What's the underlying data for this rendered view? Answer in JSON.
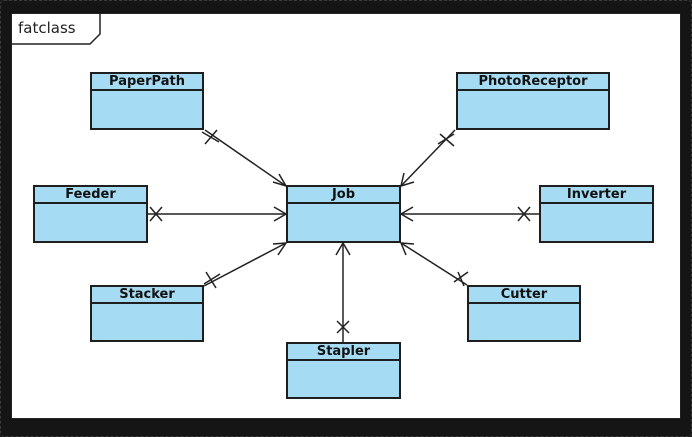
{
  "diagram": {
    "frame_label": "fatclass",
    "colors": {
      "class_fill": "#a6dcf3",
      "class_border": "#1e1e1e",
      "line": "#222222",
      "background": "#ffffff"
    },
    "classes": {
      "job": "Job",
      "paperpath": "PaperPath",
      "photoreceptor": "PhotoReceptor",
      "feeder": "Feeder",
      "inverter": "Inverter",
      "stacker": "Stacker",
      "cutter": "Cutter",
      "stapler": "Stapler"
    }
  }
}
